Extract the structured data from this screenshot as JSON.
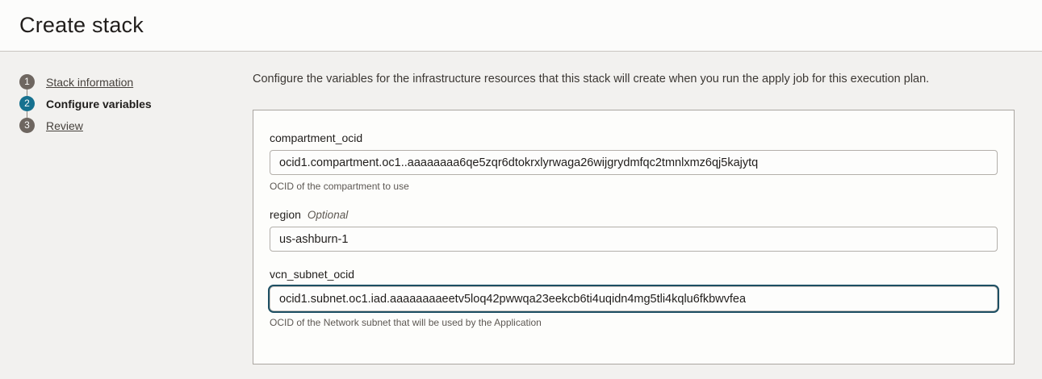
{
  "page": {
    "title": "Create stack"
  },
  "stepper": {
    "steps": [
      {
        "number": "1",
        "label": "Stack information",
        "state": "link"
      },
      {
        "number": "2",
        "label": "Configure variables",
        "state": "current"
      },
      {
        "number": "3",
        "label": "Review",
        "state": "link"
      }
    ]
  },
  "main": {
    "description": "Configure the variables for the infrastructure resources that this stack will create when you run the apply job for this execution plan.",
    "fields": [
      {
        "label": "compartment_ocid",
        "optional": "",
        "value": "ocid1.compartment.oc1..aaaaaaaa6qe5zqr6dtokrxlyrwaga26wijgrydmfqc2tmnlxmz6qj5kajytq",
        "help": "OCID of the compartment to use",
        "focused": false
      },
      {
        "label": "region",
        "optional": "Optional",
        "value": "us-ashburn-1",
        "help": "",
        "focused": false
      },
      {
        "label": "vcn_subnet_ocid",
        "optional": "",
        "value": "ocid1.subnet.oc1.iad.aaaaaaaaeetv5loq42pwwqa23eekcb6ti4uqidn4mg5tli4kqlu6fkbwvfea",
        "help": "OCID of the Network subnet that will be used by the Application",
        "focused": true
      }
    ]
  },
  "colors": {
    "accent_teal": "#16718f",
    "step_gray": "#6e6660",
    "focus_ring": "#1d4f63",
    "page_background": "#f2f1ef",
    "panel_background": "#fdfdfb"
  }
}
